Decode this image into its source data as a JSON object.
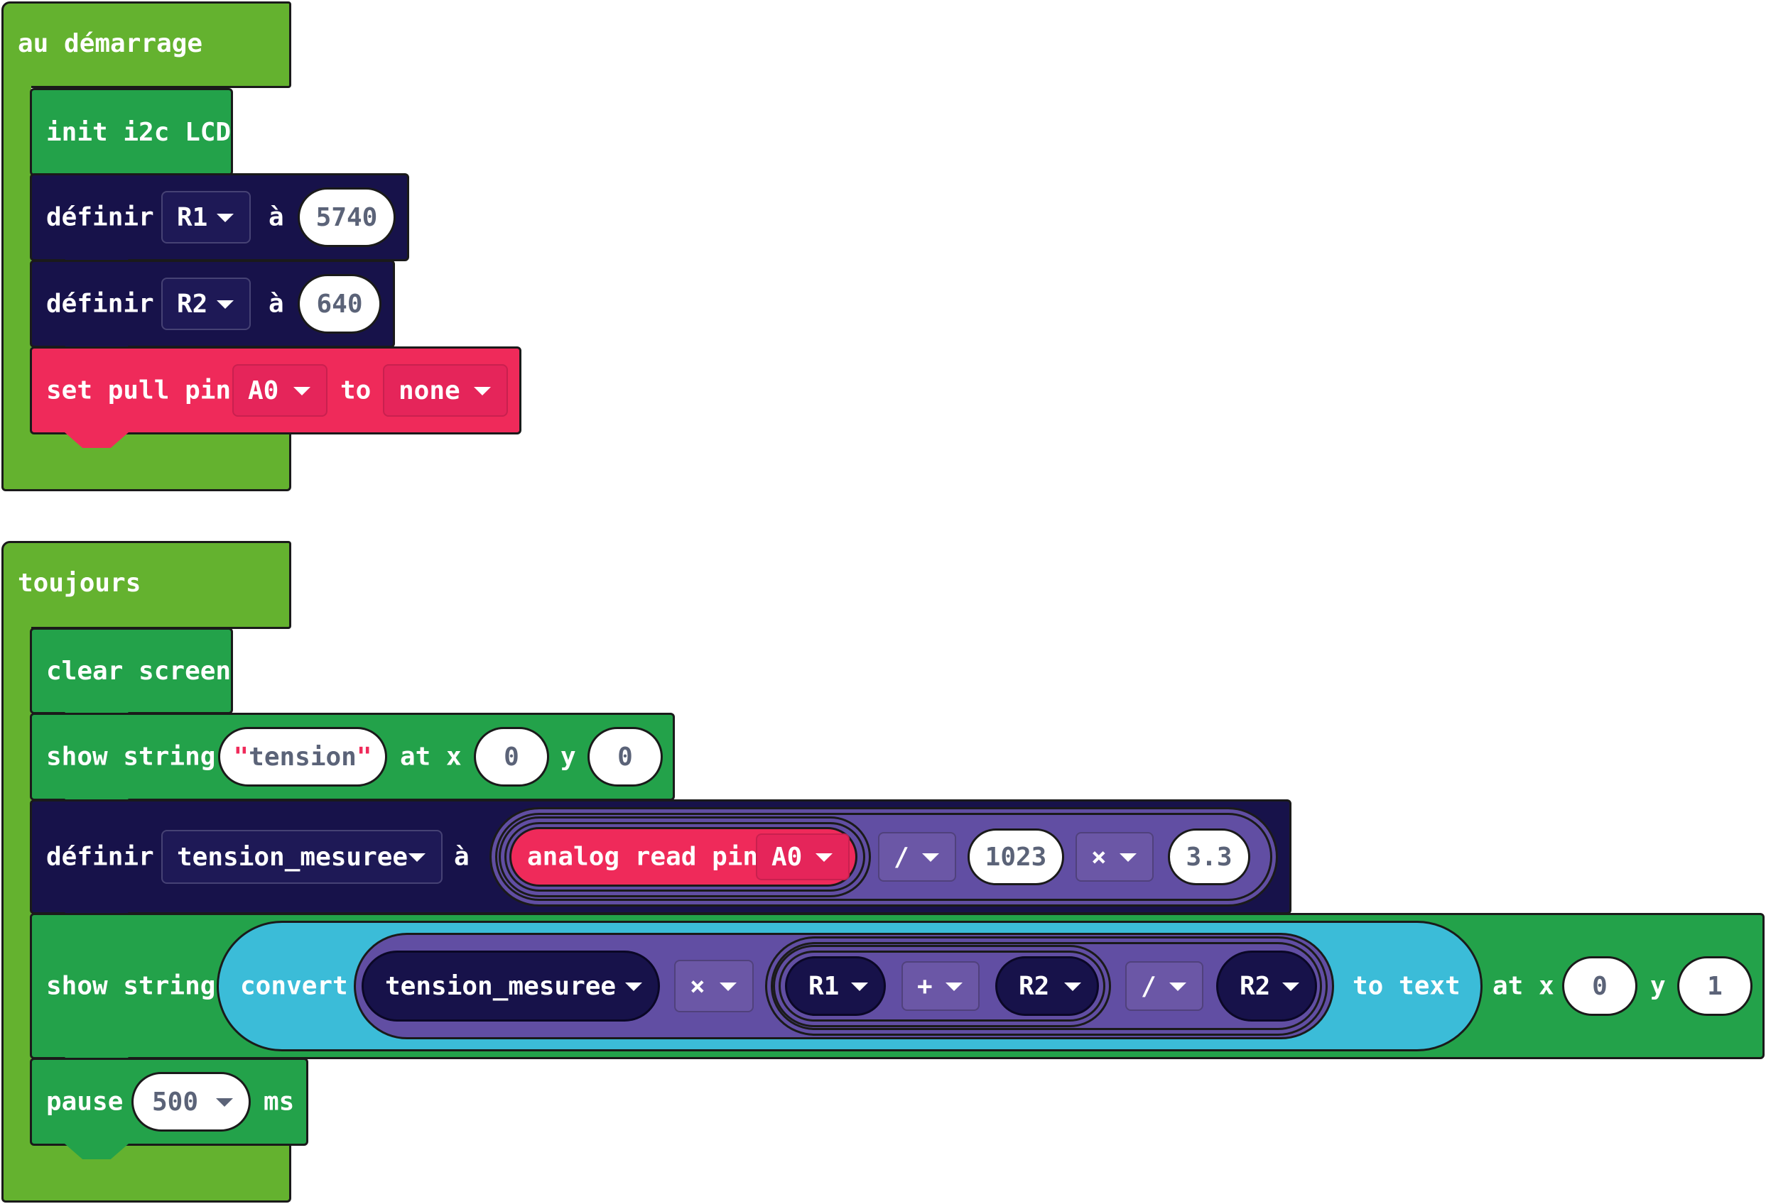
{
  "on_start": {
    "hat_label": "au démarrage",
    "init_lcd": "init i2c LCD",
    "set_r1": {
      "keyword": "définir",
      "var": "R1",
      "to": "à",
      "value": "5740"
    },
    "set_r2": {
      "keyword": "définir",
      "var": "R2",
      "to": "à",
      "value": "640"
    },
    "set_pull": {
      "label": "set pull pin",
      "pin": "A0",
      "to": "to",
      "mode": "none"
    }
  },
  "forever": {
    "hat_label": "toujours",
    "clear": "clear screen",
    "show1": {
      "label": "show string",
      "quote_open": "\"",
      "text": "tension",
      "quote_close": "\"",
      "at_x": "at x",
      "x": "0",
      "y_label": "y",
      "y": "0"
    },
    "set_tension": {
      "keyword": "définir",
      "var": "tension_mesuree",
      "to": "à",
      "read_label": "analog read pin",
      "pin": "A0",
      "op1": "/",
      "divisor": "1023",
      "op2": "×",
      "factor": "3.3"
    },
    "show2": {
      "label": "show string",
      "convert": "convert",
      "var_tension": "tension_mesuree",
      "op_mul": "×",
      "r1": "R1",
      "op_add": "+",
      "r2a": "R2",
      "op_div": "/",
      "r2b": "R2",
      "to_text": "to text",
      "at_x": "at x",
      "x": "0",
      "y_label": "y",
      "y": "1"
    },
    "pause": {
      "label": "pause",
      "value": "500",
      "unit": "ms"
    }
  }
}
